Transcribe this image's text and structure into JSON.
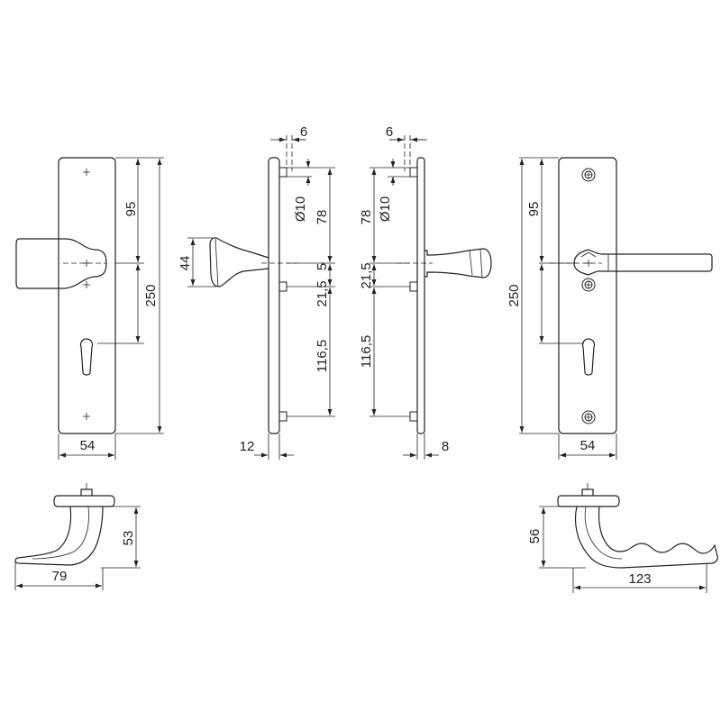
{
  "labels": {
    "v1_h_top": "95",
    "v1_h_total": "250",
    "v1_width": "54",
    "v2_handle_height": "44",
    "v2_gap_top": "6",
    "v2_hole_diameter": "Ø10",
    "v2_d78": "78",
    "v2_d5": "5",
    "v2_d21": "21,5",
    "v2_d116": "116,5",
    "v2_plate_thickness": "12",
    "v3_gap_top": "6",
    "v3_hole_diameter": "Ø10",
    "v3_d78": "78",
    "v3_d21": "21,5",
    "v3_d116": "116,5",
    "v3_plate_thickness": "8",
    "v4_h_top": "95",
    "v4_h_total": "250",
    "v4_width": "54",
    "knob_height": "53",
    "knob_length": "79",
    "lever_height": "56",
    "lever_length": "123"
  }
}
